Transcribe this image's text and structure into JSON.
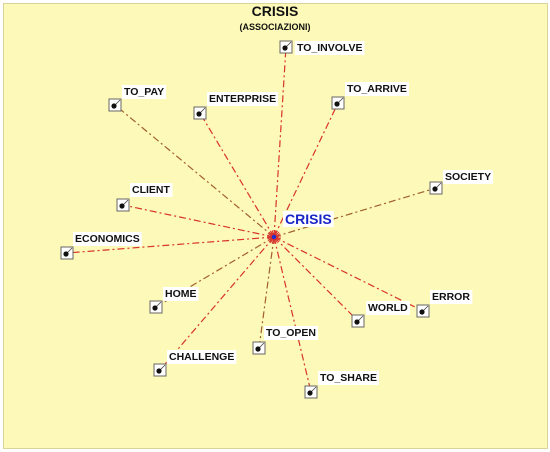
{
  "title": "CRISIS",
  "subtitle": "(ASSOCIAZIONI)",
  "center": {
    "label": "CRISIS"
  },
  "colors": {
    "background": "#fdf9b8",
    "edge": "#d8332e",
    "edge_alt": "#a0602e",
    "center_text": "#1a25c8",
    "label_bg": "#ffffff"
  },
  "nodes": [
    {
      "label": "TO_INVOLVE"
    },
    {
      "label": "TO_PAY"
    },
    {
      "label": "ENTERPRISE"
    },
    {
      "label": "TO_ARRIVE"
    },
    {
      "label": "SOCIETY"
    },
    {
      "label": "CLIENT"
    },
    {
      "label": "ECONOMICS"
    },
    {
      "label": "HOME"
    },
    {
      "label": "ERROR"
    },
    {
      "label": "WORLD"
    },
    {
      "label": "TO_OPEN"
    },
    {
      "label": "CHALLENGE"
    },
    {
      "label": "TO_SHARE"
    }
  ]
}
